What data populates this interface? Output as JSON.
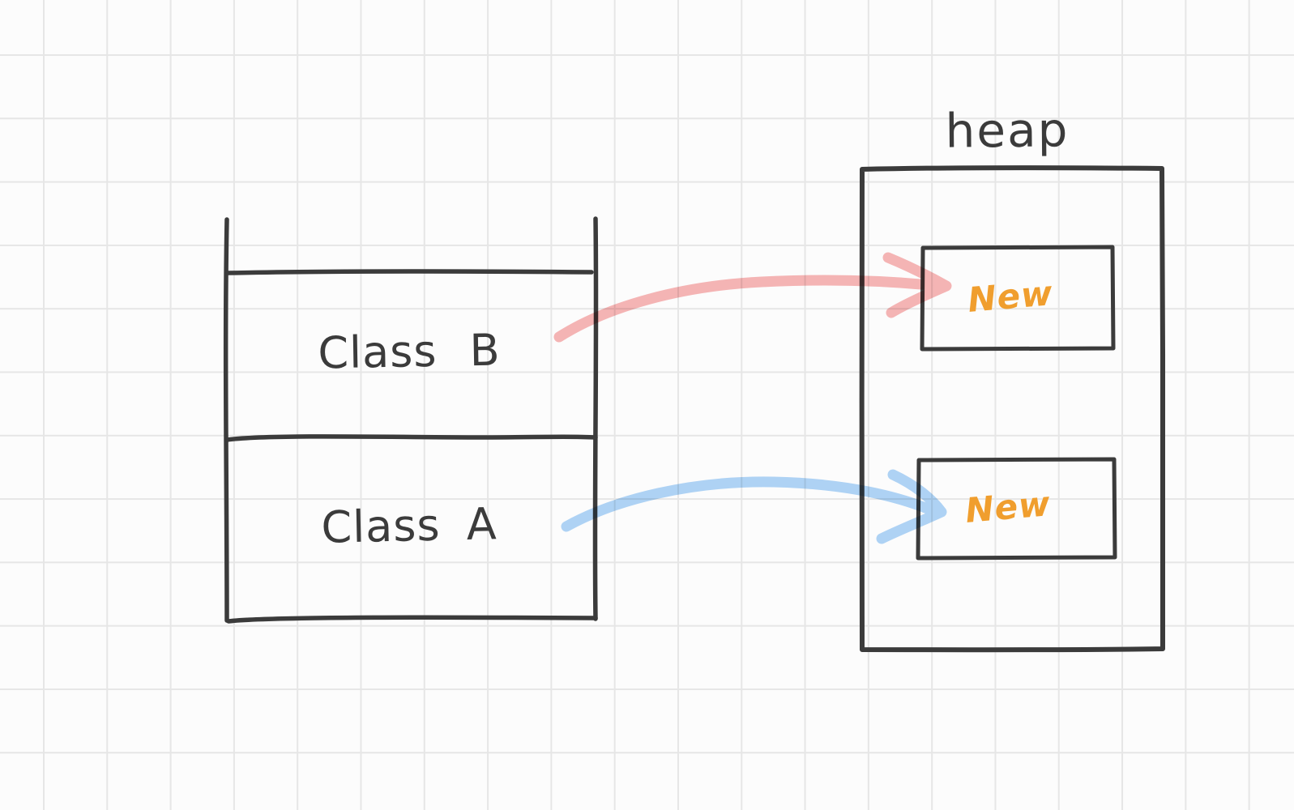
{
  "diagram": {
    "title": "stack-to-heap object allocation sketch",
    "heap": {
      "label": "heap",
      "objects": [
        {
          "label": "New"
        },
        {
          "label": "New"
        }
      ]
    },
    "stack": {
      "frames": [
        {
          "label": "Class B"
        },
        {
          "label": "Class A"
        }
      ]
    },
    "arrows": [
      {
        "name": "class-b-to-new",
        "color_key": "arrow_class_b"
      },
      {
        "name": "class-a-to-new",
        "color_key": "arrow_class_a"
      }
    ]
  },
  "colors": {
    "ink": "#3b3b3b",
    "object_label": "#f09e2e",
    "arrow_class_b": "#f7b0b0",
    "arrow_class_a": "#a9d2f7",
    "grid_line": "#e6e6e6",
    "background": "#fcfcfc"
  }
}
